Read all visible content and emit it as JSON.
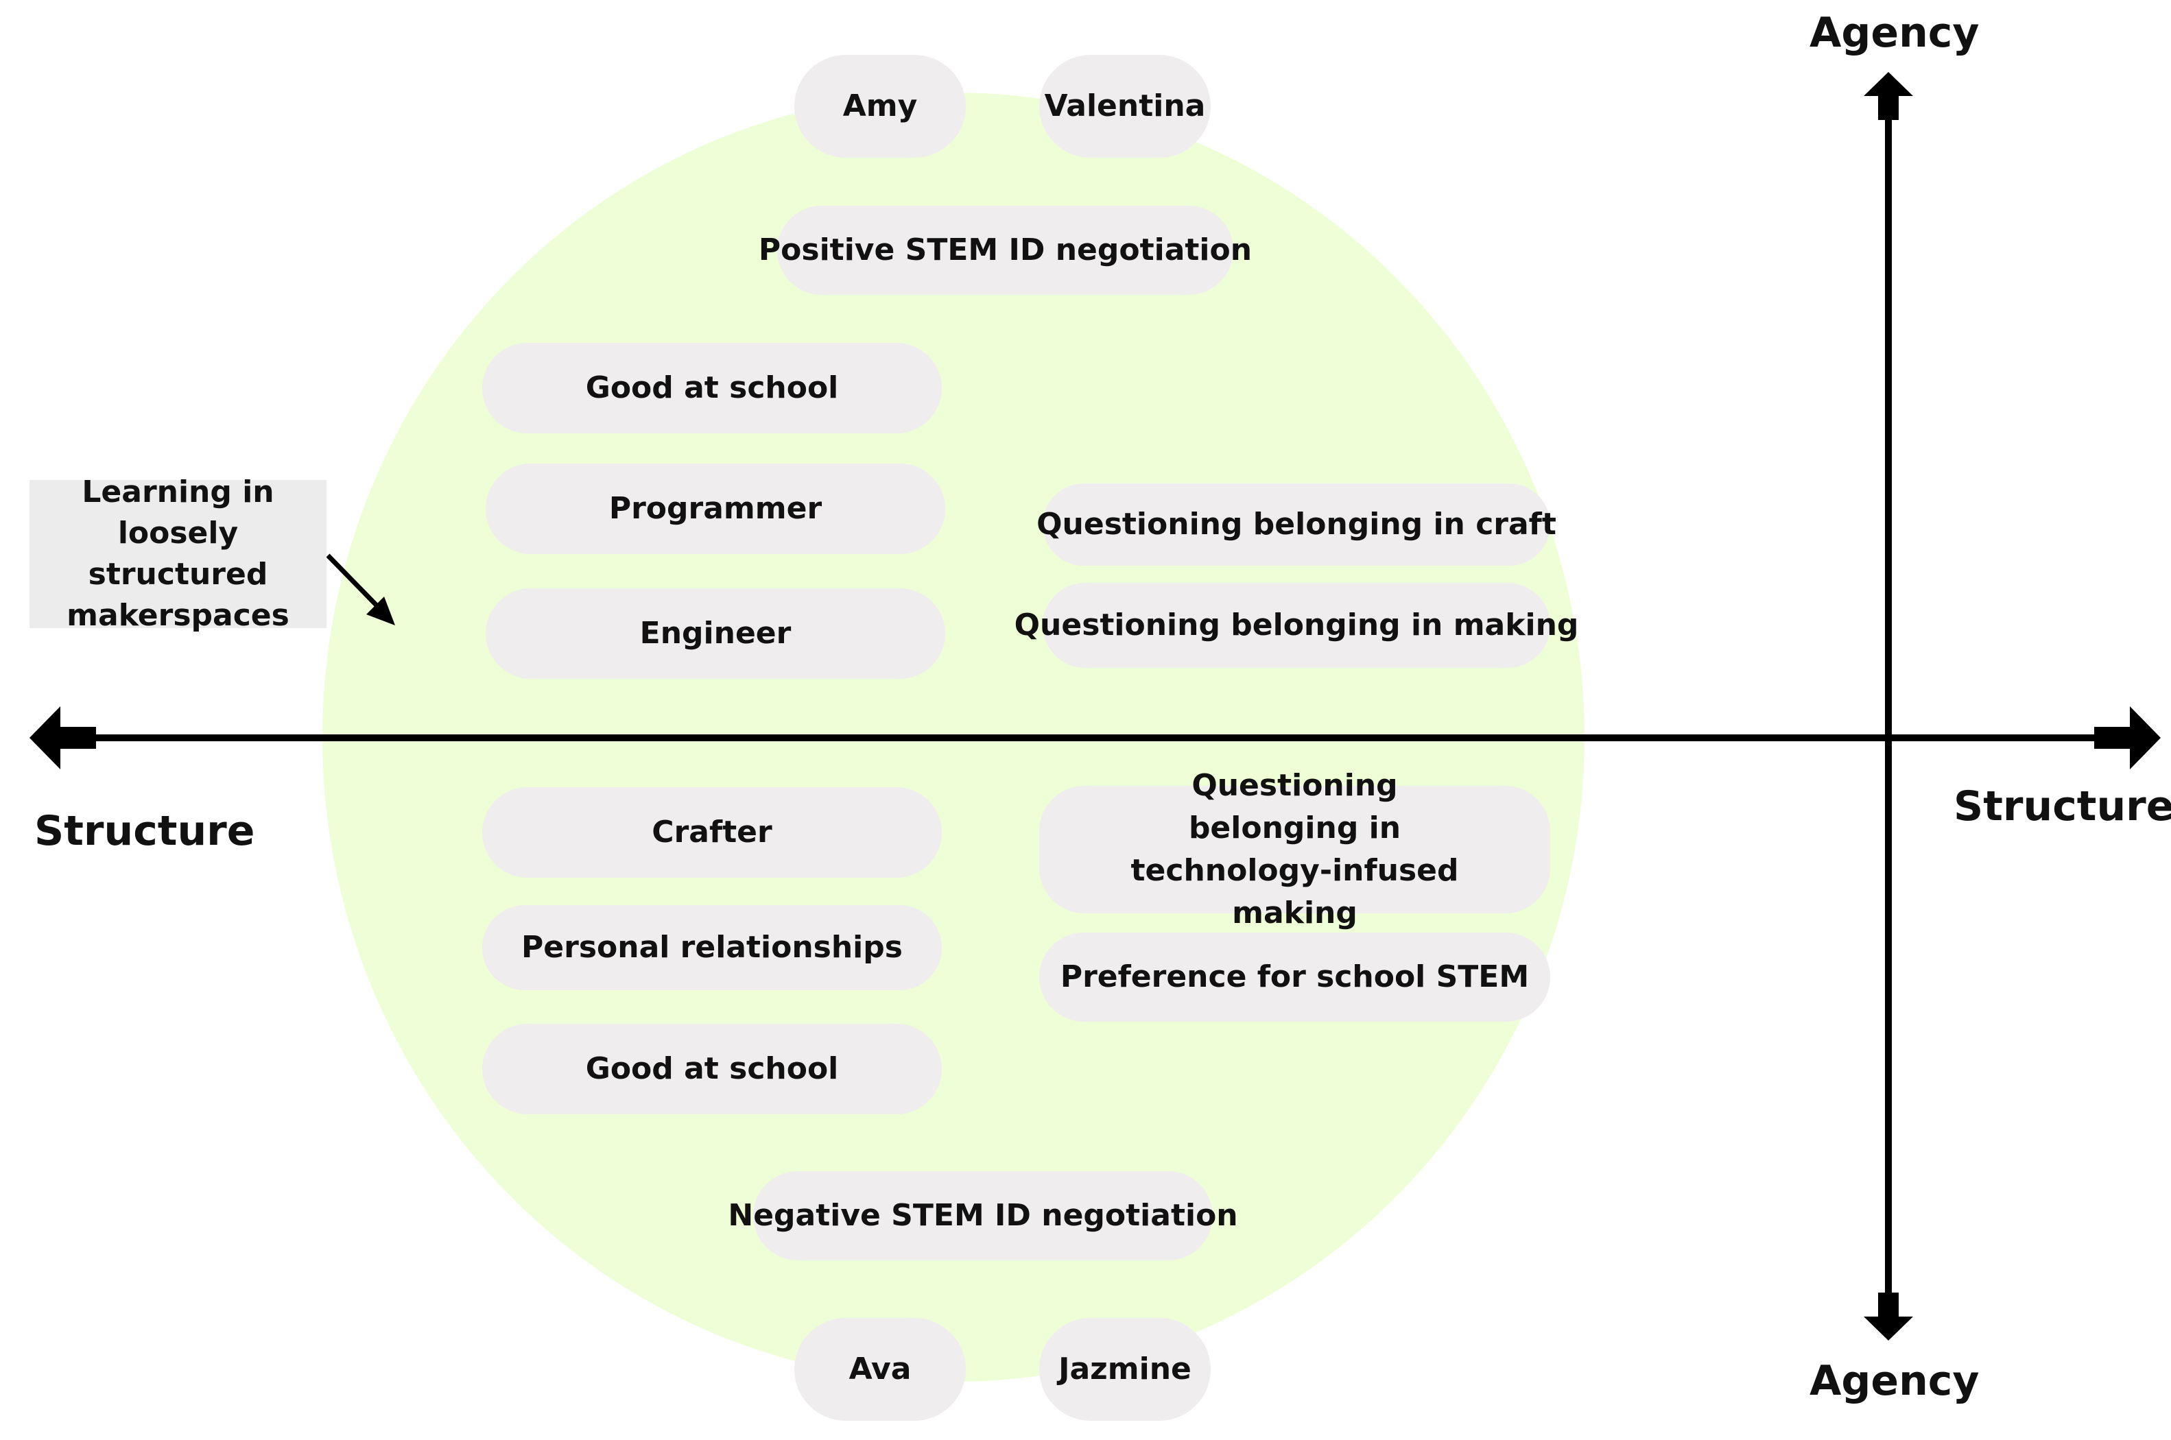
{
  "axes": {
    "top_label": "Agency",
    "bottom_label": "Agency",
    "left_label": "Structure",
    "right_label": "Structure"
  },
  "annotation": {
    "text": "Learning in loosely\nstructured\nmakerspaces"
  },
  "nodes": {
    "amy": "Amy",
    "valentina": "Valentina",
    "positive_negotiation": "Positive STEM ID negotiation",
    "good_at_school_top": "Good at school",
    "programmer": "Programmer",
    "engineer": "Engineer",
    "questioning_craft": "Questioning belonging in craft",
    "questioning_making": "Questioning belonging in making",
    "crafter": "Crafter",
    "personal_relationships": "Personal relationships",
    "good_at_school_bottom": "Good at school",
    "questioning_tech": "Questioning belonging in technology-infused making",
    "preference_school_stem": "Preference for school STEM",
    "negative_negotiation": "Negative STEM ID negotiation",
    "ava": "Ava",
    "jazmine": "Jazmine"
  },
  "colors": {
    "circle_fill": "#eefed6",
    "pill_fill": "#efedee",
    "note_fill": "#ececec",
    "axis_stroke": "#000000"
  }
}
